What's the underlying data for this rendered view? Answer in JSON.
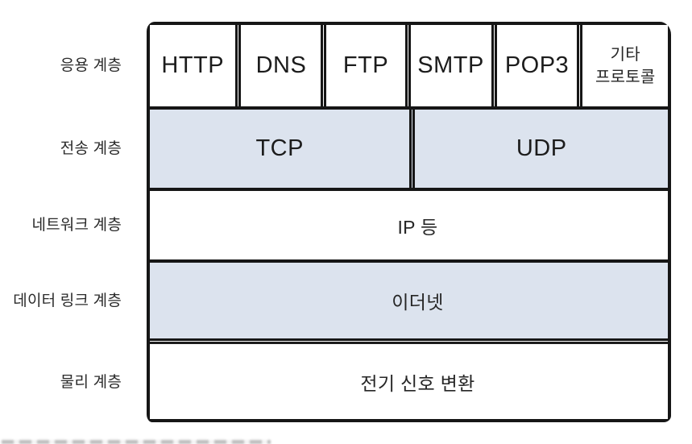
{
  "diagram": {
    "type": "network-layer-stack",
    "colors": {
      "layer_fill_blue": "#dce3ee",
      "layer_fill_white": "#ffffff",
      "border": "#161616",
      "text": "#262626"
    },
    "layers": {
      "application": {
        "label": "응용 계층",
        "protocols": {
          "http": "HTTP",
          "dns": "DNS",
          "ftp": "FTP",
          "smtp": "SMTP",
          "pop3": "POP3",
          "other": "기타\n프로토콜"
        }
      },
      "transport": {
        "label": "전송 계층",
        "protocols": {
          "tcp": "TCP",
          "udp": "UDP"
        }
      },
      "network": {
        "label": "네트워크 계층",
        "content": "IP 등"
      },
      "datalink": {
        "label": "데이터 링크 계층",
        "content": "이더넷"
      },
      "physical": {
        "label": "물리 계층",
        "content": "전기 신호 변환"
      }
    }
  }
}
